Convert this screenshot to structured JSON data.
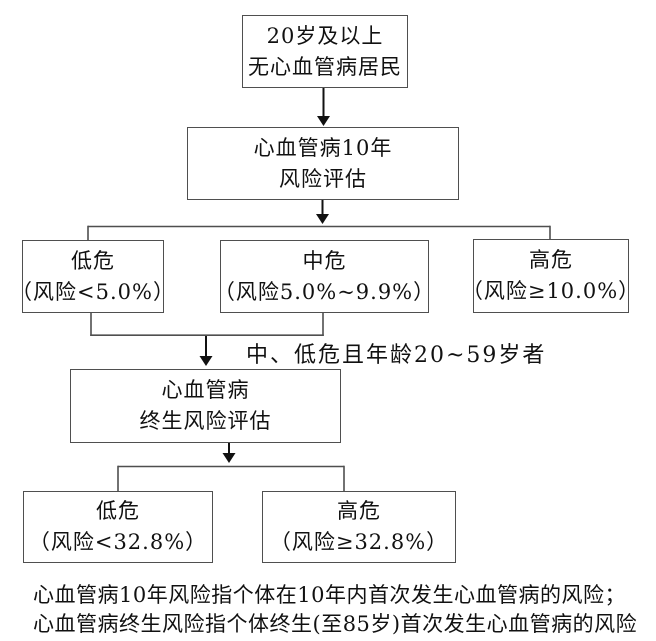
{
  "nodes": {
    "population": {
      "line1": "20岁及以上",
      "line2": "无心血管病居民"
    },
    "ten_year_assessment": {
      "line1": "心血管病10年",
      "line2": "风险评估"
    },
    "low_risk_10y": {
      "line1": "低危",
      "line2": "（风险<5.0%）"
    },
    "medium_risk_10y": {
      "line1": "中危",
      "line2": "（风险5.0%~9.9%）"
    },
    "high_risk_10y": {
      "line1": "高危",
      "line2": "（风险≥10.0%）"
    },
    "lifetime_assessment": {
      "line1": "心血管病",
      "line2": "终生风险评估"
    },
    "low_risk_lifetime": {
      "line1": "低危",
      "line2": "（风险<32.8%）"
    },
    "high_risk_lifetime": {
      "line1": "高危",
      "line2": "（风险≥32.8%）"
    },
    "branch_label": "中、低危且年龄20~59岁者"
  },
  "footnotes": {
    "line1": "心血管病10年风险指个体在10年内首次发生心血管病的风险；",
    "line2": "心血管病终生风险指个体终生(至85岁)首次发生心血管病的风险"
  },
  "colors": {
    "background": "#ffffff",
    "box_border": "#4f4f4f",
    "connector_line": "#4f4f4f",
    "arrow": "#111111",
    "text": "#111111"
  }
}
